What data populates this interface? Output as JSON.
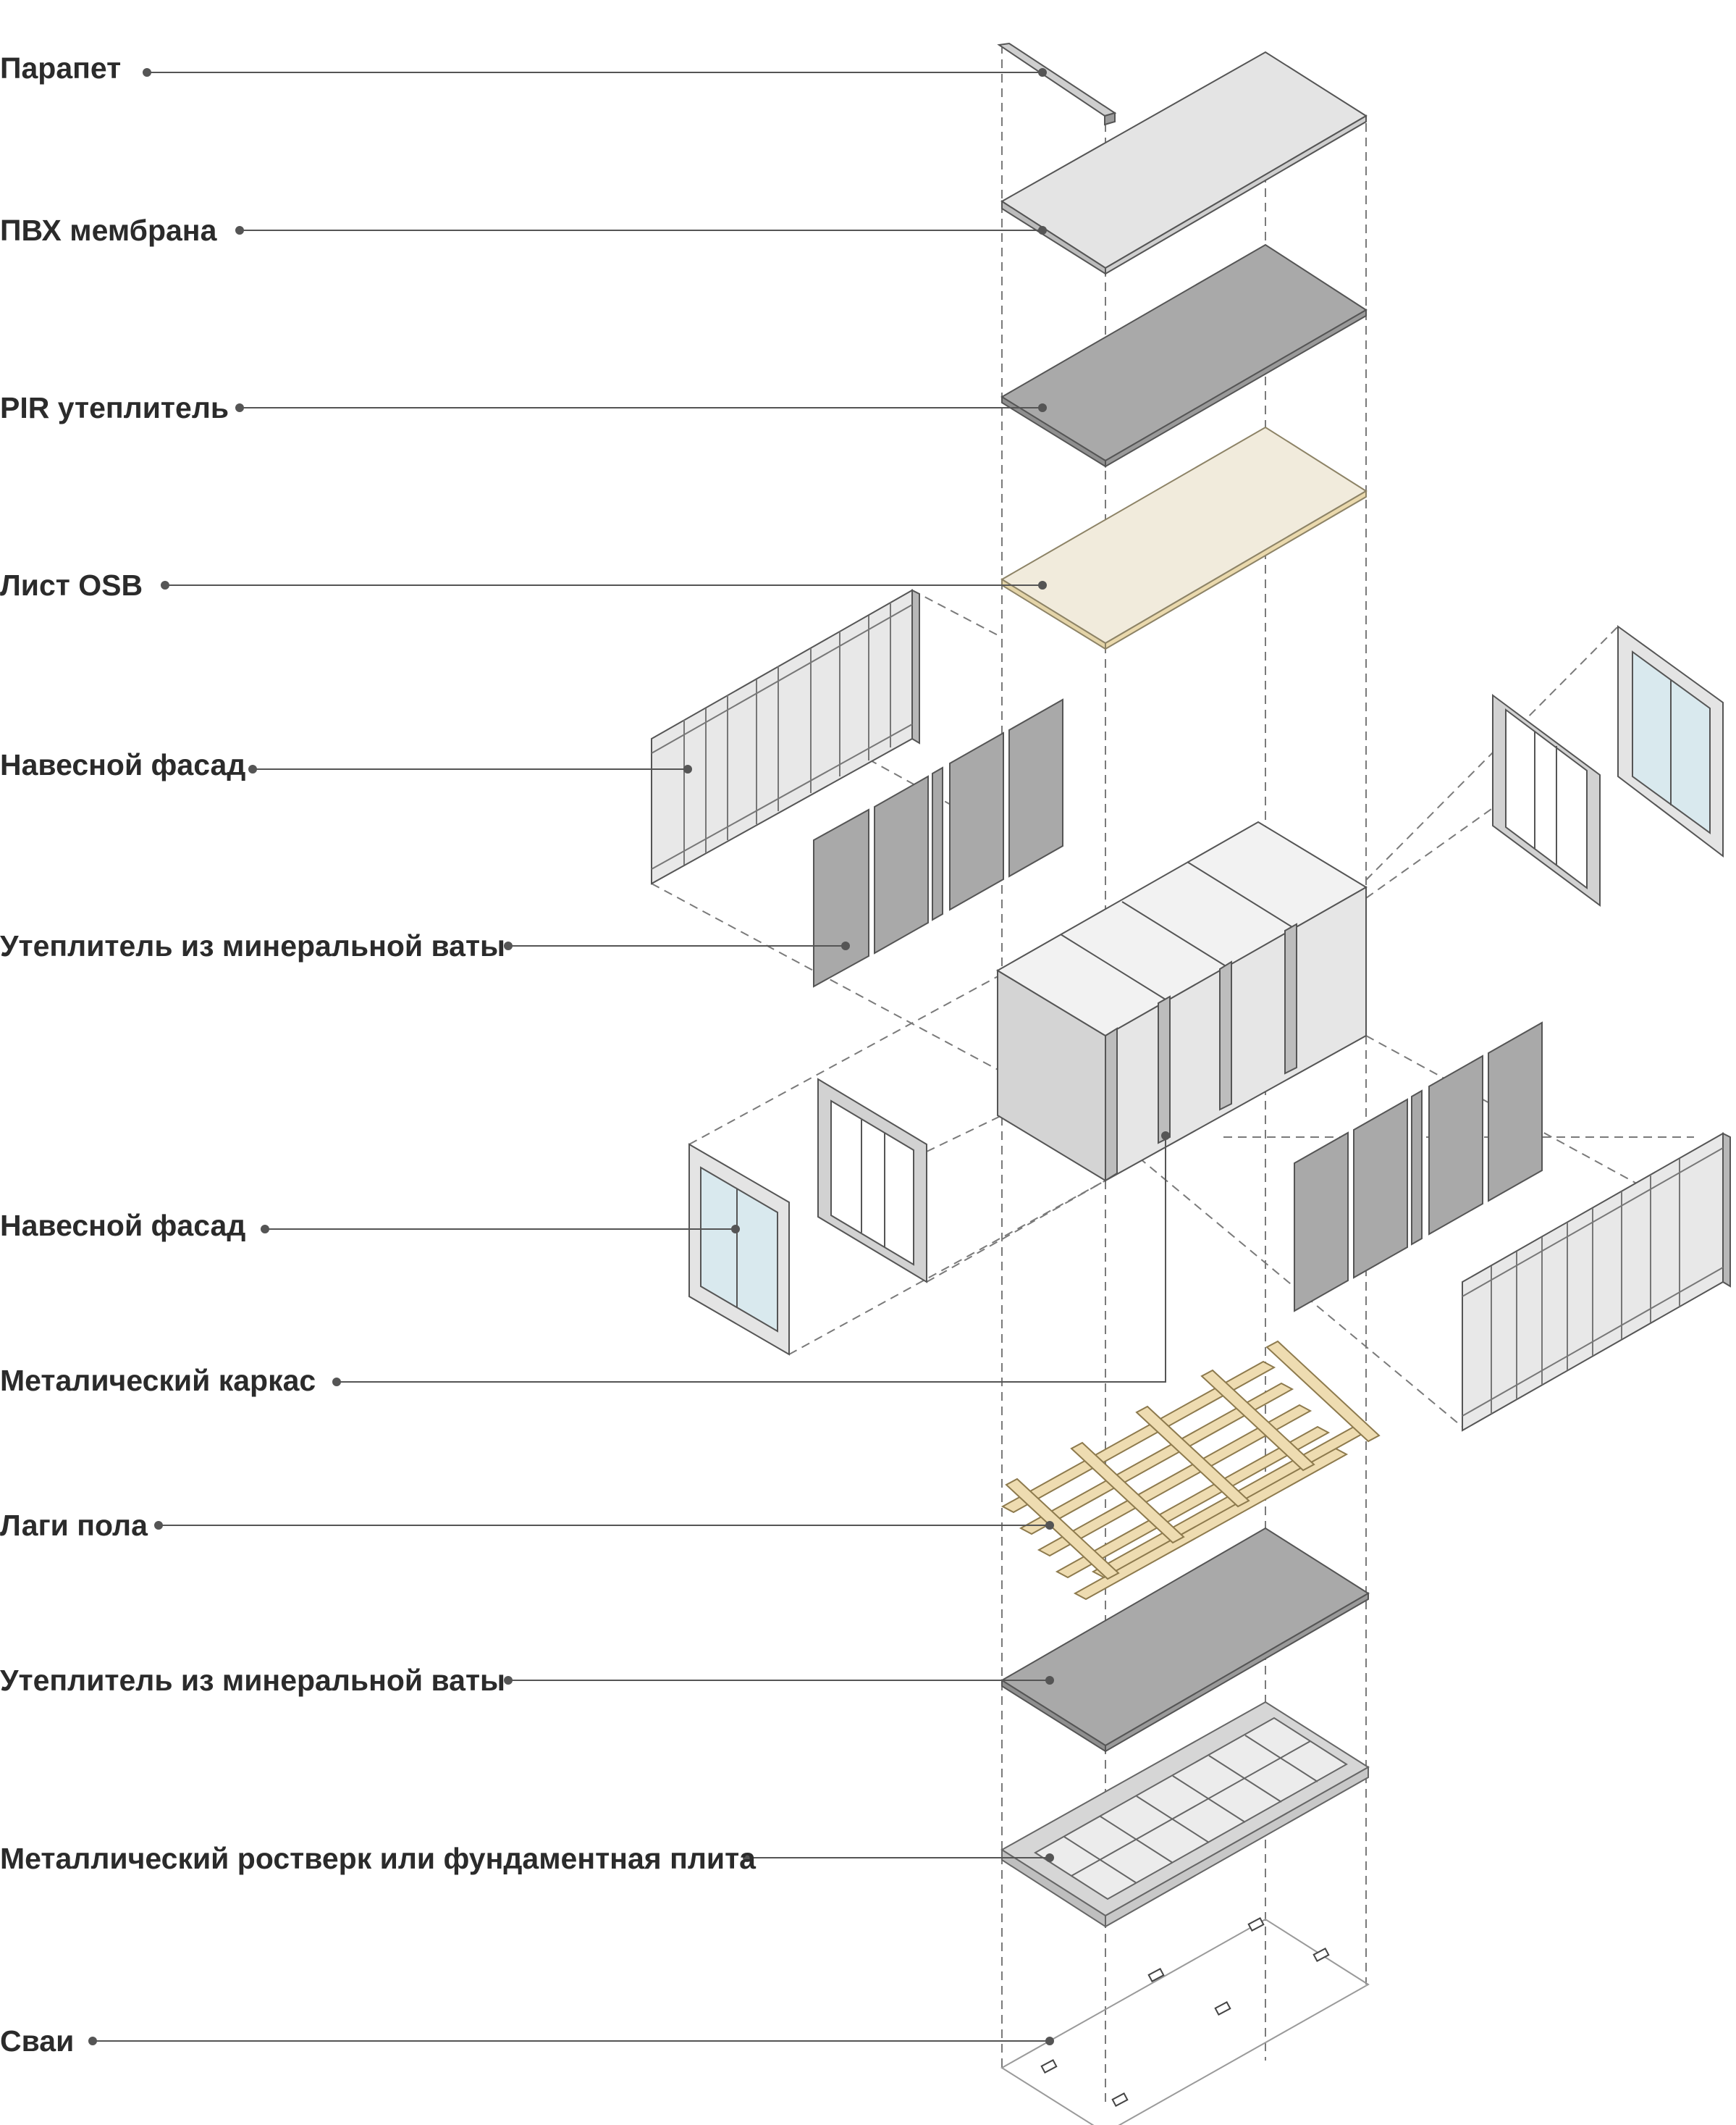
{
  "diagram": {
    "labels": [
      {
        "id": "parapet",
        "text": "Парапет"
      },
      {
        "id": "pvc",
        "text": "ПВХ мембрана"
      },
      {
        "id": "pir",
        "text": "PIR утеплитель"
      },
      {
        "id": "osb",
        "text": "Лист OSB"
      },
      {
        "id": "facade1",
        "text": "Навесной фасад"
      },
      {
        "id": "wool1",
        "text": "Утеплитель из минеральной ваты"
      },
      {
        "id": "facade2",
        "text": "Навесной фасад"
      },
      {
        "id": "frame",
        "text": "Металический каркас"
      },
      {
        "id": "joists",
        "text": "Лаги пола"
      },
      {
        "id": "wool2",
        "text": "Утеплитель из минеральной ваты"
      },
      {
        "id": "grillage",
        "text": "Металлический ростверк или фундаментная плита"
      },
      {
        "id": "piles",
        "text": "Сваи"
      }
    ],
    "colors": {
      "text": "#2b2b2b",
      "leader": "#555555",
      "light_panel": "#e4e4e4",
      "dark_panel": "#a9a9a9",
      "osb": "#f1ebdc",
      "timber": "#eedcb1",
      "glass": "#d9e9ee",
      "frame": "#bdbdbd",
      "dashed": "#7a7a7a"
    }
  }
}
